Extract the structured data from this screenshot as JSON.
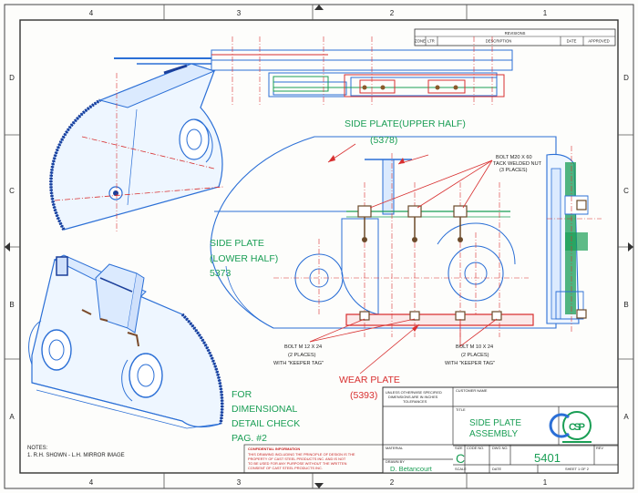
{
  "zone_columns": [
    "4",
    "3",
    "2",
    "1"
  ],
  "zone_rows": [
    "D",
    "C",
    "B",
    "A"
  ],
  "revision_block": {
    "title": "REVISIONS",
    "headers": [
      "ZONE",
      "LTR",
      "DESCRIPTION",
      "DATE",
      "APPROVED"
    ]
  },
  "callouts": {
    "side_plate_upper_name": "SIDE PLATE(UPPER HALF)",
    "side_plate_upper_num": "(5378)",
    "side_plate_lower_l1": "SIDE PLATE",
    "side_plate_lower_l2": "(LOWER HALF)",
    "side_plate_lower_num": "5373",
    "wear_plate_name": "WEAR PLATE",
    "wear_plate_num": "(5393)",
    "dim_check_l1": "FOR",
    "dim_check_l2": "DIMENSIONAL",
    "dim_check_l3": "DETAIL CHECK",
    "dim_check_l4": "PAG. #2"
  },
  "notes_small": {
    "nut_l1": "BOLT M20 X 60",
    "nut_l2": "TACK WELDED NUT",
    "nut_l3": "(3 PLACES)",
    "bolt_left_l1": "BOLT M 12 X 24",
    "bolt_left_l2": "(2 PLACES)",
    "bolt_left_l3": "WITH \"KEEPER TAG\"",
    "bolt_right_l1": "BOLT M 10 X 24",
    "bolt_right_l2": "(2 PLACES)",
    "bolt_right_l3": "WITH \"KEEPER TAG\""
  },
  "general_notes": {
    "heading": "NOTES:",
    "line1": "1. R.H. SHOWN - L.H. MIRROR IMAGE"
  },
  "confidential": {
    "heading": "CONFIDENTIAL INFORMATION",
    "lines": [
      "THIS DRAWING INCLUDING THE PRINCIPLE OF DESIGN IS THE",
      "PROPERTY OF CAST STEEL PRODUCTS INC. AND IS NOT",
      "TO BE USED FOR ANY PURPOSE WITHOUT THE WRITTEN",
      "CONSENT OF CAST STEEL PRODUCTS INC."
    ]
  },
  "title_block": {
    "unless_l1": "UNLESS OTHERWISE SPECIFIED",
    "unless_l2": "DIMENSIONS ARE IN INCHES",
    "tolerances": "TOLERANCES",
    "customer_label": "CUSTOMER NAME",
    "title_label": "TITLE",
    "title_l1": "SIDE PLATE",
    "title_l2": "ASSEMBLY",
    "material_label": "MATERIAL",
    "drawn_by_label": "DRAWN BY",
    "drawn_by": "D. Betancourt",
    "size_label": "SIZE",
    "size": "C",
    "code_label": "CODE NO.",
    "dwg_label": "DWG NO.",
    "dwg_no": "5401",
    "rev_label": "REV",
    "date_label": "DATE",
    "scale_label": "SCALE",
    "sheet": "SHEET 1 OF 2",
    "logo_letters": "CSP"
  }
}
